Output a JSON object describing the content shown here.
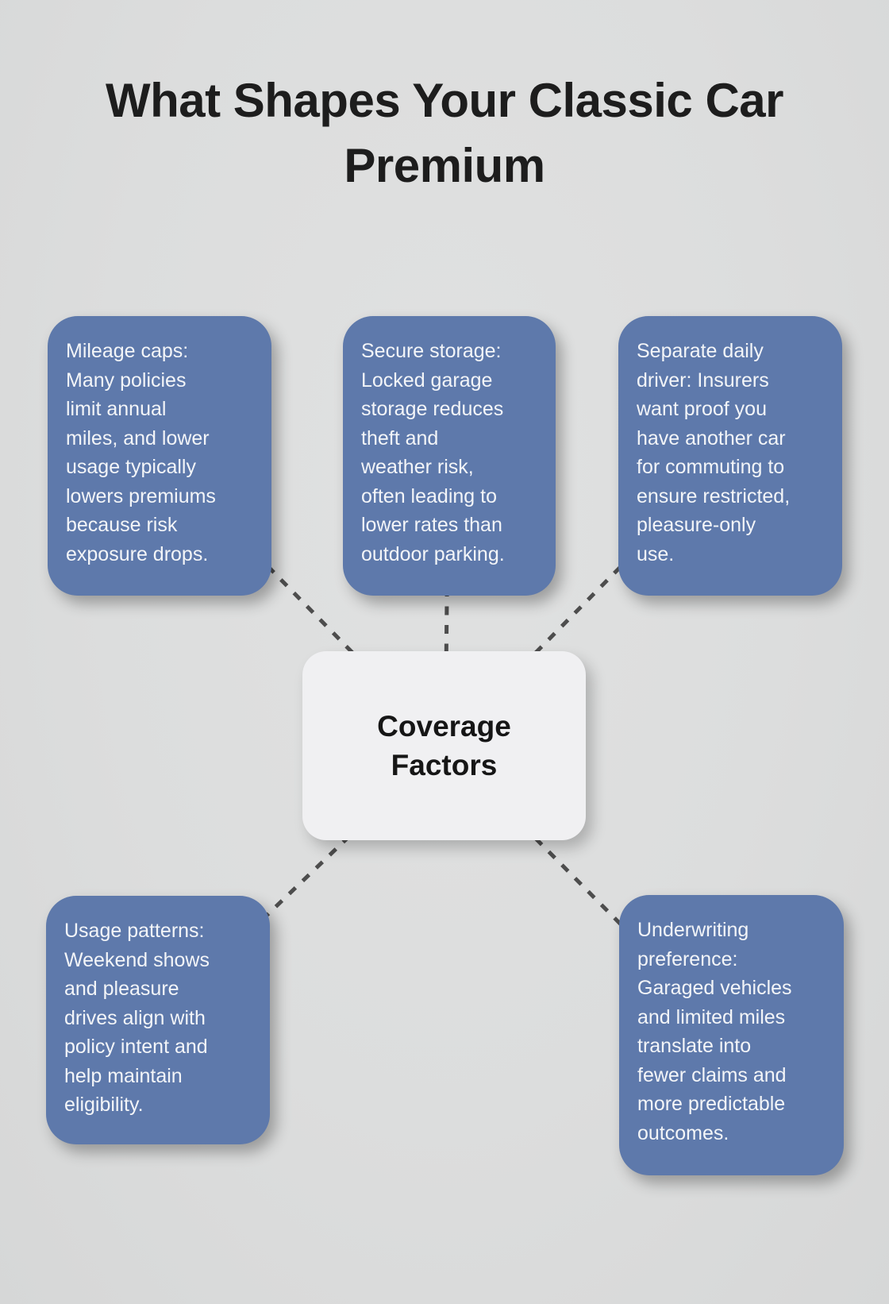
{
  "title": "What Shapes Your Classic Car\nPremium",
  "center_node": {
    "label": "Coverage\nFactors"
  },
  "nodes": [
    {
      "id": "mileage-caps",
      "text": "Mileage caps:\nMany policies\nlimit annual\nmiles, and lower\nusage typically\nlowers premiums\nbecause risk\nexposure drops."
    },
    {
      "id": "secure-storage",
      "text": "Secure storage:\nLocked garage\nstorage reduces\ntheft and\nweather risk,\noften leading to\nlower rates than\noutdoor parking."
    },
    {
      "id": "separate-daily-driver",
      "text": "Separate daily\ndriver: Insurers\nwant proof you\nhave another car\nfor commuting to\nensure restricted,\npleasure-only\nuse."
    },
    {
      "id": "usage-patterns",
      "text": "Usage patterns:\nWeekend shows\nand pleasure\ndrives align with\npolicy intent and\nhelp maintain\neligibility."
    },
    {
      "id": "underwriting-preference",
      "text": "Underwriting\npreference:\nGaraged vehicles\nand limited miles\ntranslate into\nfewer claims and\nmore predictable\noutcomes."
    }
  ],
  "colors": {
    "background": "#dcdddd",
    "node_fill": "#5e79ab",
    "node_text": "#f3f5f8",
    "center_fill": "#f0f0f2",
    "center_text": "#161616",
    "connector": "#4d4d4d",
    "title_text": "#1d1d1d"
  }
}
